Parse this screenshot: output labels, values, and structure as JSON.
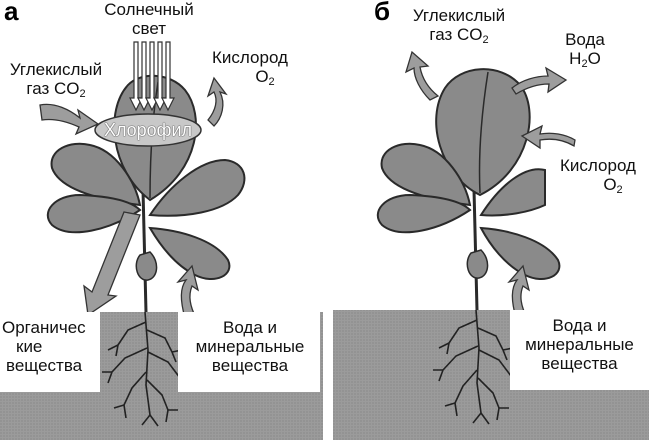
{
  "panel_a": {
    "letter": "а",
    "sunlight_line1": "Солнечный",
    "sunlight_line2": "свет",
    "co2_line1": "Углекислый",
    "co2_line2": "газ CO",
    "co2_sub": "2",
    "oxygen_line1": "Кислород",
    "oxygen_line2": "O",
    "oxygen_sub": "2",
    "chlorophyll": "Хлорофил",
    "organic_line1": "Органичес",
    "organic_line2": "кие",
    "organic_line3": "вещества",
    "water_line1": "Вода и",
    "water_line2": "минеральные",
    "water_line3": "вещества"
  },
  "panel_b": {
    "letter": "б",
    "co2_line1": "Углекислый",
    "co2_line2": "газ CO",
    "co2_sub": "2",
    "water_top_line1": "Вода",
    "water_top_line2": "H",
    "water_top_sub": "2",
    "water_top_tail": "O",
    "oxygen_line1": "Кислород",
    "oxygen_line2": "O",
    "oxygen_sub": "2",
    "water_line1": "Вода и",
    "water_line2": "минеральные",
    "water_line3": "вещества"
  },
  "colors": {
    "soil": "#9a9a9a",
    "leaf": "#8a8a8a",
    "leaf_outline": "#2a2a2a",
    "arrow": "#9d9d9d",
    "chlorophyll_fill": "#c8c8c8"
  }
}
